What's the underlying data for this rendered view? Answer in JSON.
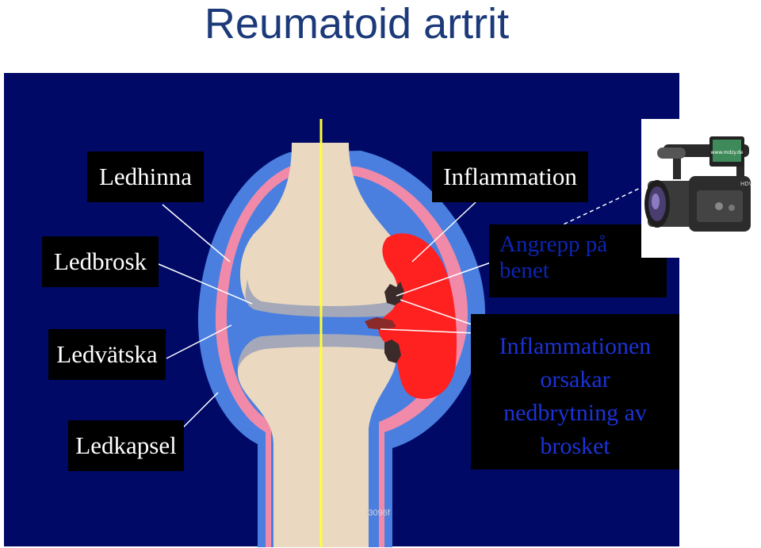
{
  "title": "Reumatoid artrit",
  "labels": {
    "ledhinna": "Ledhinna",
    "ledbrosk": "Ledbrosk",
    "ledvatska": "Ledvätska",
    "ledkapsel": "Ledkapsel",
    "inflammation": "Inflammation"
  },
  "attack_label": {
    "line1": "Angrepp på",
    "line2": "benet"
  },
  "cause_text": [
    "Inflammationen",
    "orsakar",
    "nedbrytning av",
    "brosket"
  ],
  "image_code": "i3096f",
  "camera_screen_text": "www.mdzy.de",
  "camera_brand": "HDV",
  "colors": {
    "background": "#000a66",
    "capsule": "#4a7fe0",
    "synovium": "#f08aa8",
    "bone": "#ead8c0",
    "cartilage": "#a4a8b8",
    "inflammation": "#ff2020",
    "axis_line": "#ffff33"
  }
}
